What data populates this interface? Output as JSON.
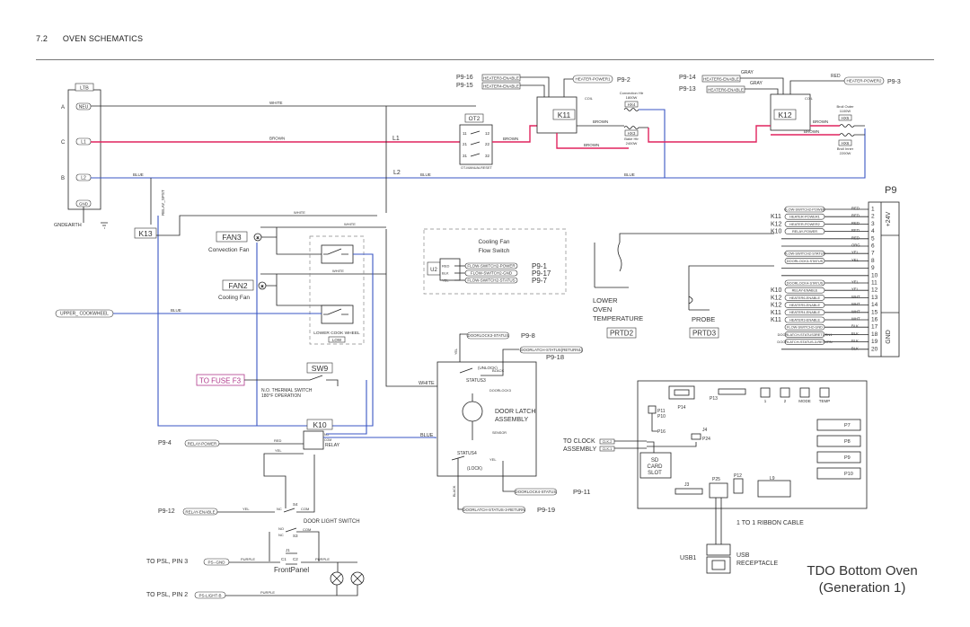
{
  "header": {
    "section": "7.2",
    "title": "OVEN SCHEMATICS"
  },
  "page_title": {
    "line1": "TDO Bottom Oven",
    "line2": "(Generation 1)"
  },
  "colors": {
    "red_wire": "#e0245e",
    "blue_wire": "#3a56c4",
    "fuse_label": "#b03a8c"
  },
  "ltb": {
    "label": "LTB",
    "rows": [
      {
        "letter": "A",
        "terminal": "NEU",
        "wire": "WHITE"
      },
      {
        "letter": "C",
        "terminal": "L1",
        "wire": "BROWN"
      },
      {
        "letter": "B",
        "terminal": "L2",
        "wire": "BLUE"
      }
    ],
    "ground_tag": "GND",
    "ground_label": "GNDEARTH"
  },
  "lines": {
    "l1": "L1",
    "l2": "L2",
    "relay_tag": "RELAY_SPST"
  },
  "k13": "K13",
  "fan3": {
    "label": "FAN3",
    "name": "Convection Fan"
  },
  "fan2": {
    "label": "FAN2",
    "name": "Cooling Fan"
  },
  "upper_cookwheel": "UPPER_ COOKWHEEL",
  "lower_cookwheel": {
    "label": "LOWER COOK WHEEL",
    "tag": "LOW"
  },
  "ot2": {
    "label": "OT2",
    "note": "OT-MANUALRESET",
    "pins": [
      "11",
      "12",
      "21",
      "22",
      "31",
      "32"
    ]
  },
  "k11": {
    "label": "K11",
    "tags": [
      {
        "pin": "P9-16",
        "tag": "HEATER3-ENABLE"
      },
      {
        "pin": "P9-15",
        "tag": "HEATER4-ENABLE"
      }
    ],
    "power_tag": "HEATER-POWER1",
    "power_pin": "P9-2",
    "coil": "COIL"
  },
  "hx4": {
    "label": "HX4",
    "name": "Convection Htr",
    "watts": "1800W"
  },
  "hx3": {
    "label": "HX3",
    "name": "Bake Htr",
    "watts": "2400W"
  },
  "k12": {
    "label": "K12",
    "tags": [
      {
        "pin": "P9-14",
        "tag": "HEATER5-ENABLE"
      },
      {
        "pin": "P9-13",
        "tag": "HEATER6-ENABLE"
      }
    ],
    "power_tag": "HEATER-POWER2",
    "power_pin": "P9-3",
    "coil": "COIL"
  },
  "hx5": {
    "label": "HX5",
    "name": "Broil Outer",
    "watts": "1100W"
  },
  "hx6": {
    "label": "HX6",
    "name": "Broil Inner",
    "watts": "2200W"
  },
  "wire_words": {
    "white": "WHITE",
    "brown": "BROWN",
    "blue": "BLUE",
    "gray": "GRAY",
    "red": "RED",
    "yel": "YEL",
    "black": "BLACK",
    "purple": "PURPLE"
  },
  "cooling_fan_switch": {
    "title1": "Cooling Fan",
    "title2": "Flow Switch",
    "u2": "U2",
    "rows": [
      {
        "color": "RED",
        "tag": "FLOW-SWITCH2-POWER",
        "pin": "P9-1"
      },
      {
        "color": "BLK",
        "tag": "FLOW-SWITCH2-GND",
        "pin": "P9-17"
      },
      {
        "color": "YEL",
        "tag": "FLOW-SWITCH2-STATUS",
        "pin": "P9-7"
      }
    ]
  },
  "lower_oven_temp": {
    "l1": "LOWER",
    "l2": "OVEN",
    "l3": "TEMPERATURE",
    "tag": "PRTD2"
  },
  "probe": {
    "label": "PROBE",
    "tag": "PRTD3"
  },
  "p9": {
    "label": "P9",
    "side": "+24V",
    "gnd": "GND",
    "rows": [
      {
        "n": "1",
        "k": "",
        "tag": "FLOW-SWITCH2-POWER",
        "color": "RED"
      },
      {
        "n": "2",
        "k": "K11",
        "tag": "HEATER-POWER1",
        "color": "RED"
      },
      {
        "n": "3",
        "k": "K12",
        "tag": "HEATER-POWER2",
        "color": "RED"
      },
      {
        "n": "4",
        "k": "K10",
        "tag": "RELAY-POWER",
        "color": "RED"
      },
      {
        "n": "5",
        "k": "",
        "tag": "",
        "color": "RED"
      },
      {
        "n": "6",
        "k": "",
        "tag": "",
        "color": "ORG"
      },
      {
        "n": "7",
        "k": "",
        "tag": "FLOW-SWITCH2-STATUS",
        "color": "YEL"
      },
      {
        "n": "8",
        "k": "",
        "tag": "DOORLOCK3-STATUS",
        "color": "YEL"
      },
      {
        "n": "9",
        "k": "",
        "tag": "",
        "color": ""
      },
      {
        "n": "10",
        "k": "",
        "tag": "",
        "color": ""
      },
      {
        "n": "11",
        "k": "",
        "tag": "DOORLOCK4-STATUS",
        "color": "YEL"
      },
      {
        "n": "12",
        "k": "K10",
        "tag": "RELAY-ENABLE",
        "color": "YEL"
      },
      {
        "n": "13",
        "k": "K12",
        "tag": "HEATER6-ENABLE",
        "color": "WHT"
      },
      {
        "n": "14",
        "k": "K12",
        "tag": "HEATER5-ENABLE",
        "color": "WHT"
      },
      {
        "n": "15",
        "k": "K11",
        "tag": "HEATER4-ENABLE",
        "color": "WHT"
      },
      {
        "n": "16",
        "k": "K11",
        "tag": "HEATER3-ENABLE",
        "color": "WHT"
      },
      {
        "n": "17",
        "k": "",
        "tag": "FLOW-SWITCH2-GND",
        "color": "BLK"
      },
      {
        "n": "18",
        "k": "",
        "tag": "DOORLATCH-STATUS3RETURN1",
        "color": "BLK"
      },
      {
        "n": "19",
        "k": "",
        "tag": "DOORLATCH-STATUS-3-RETURN",
        "color": "BLK"
      },
      {
        "n": "20",
        "k": "",
        "tag": "",
        "color": "BLK"
      }
    ]
  },
  "sw9": {
    "label": "SW9",
    "fuse": "TO FUSE F3",
    "note1": "N.O. THERMAL SWITCH",
    "note2": "180°F OPERATION"
  },
  "door_latch": {
    "label1": "DOOR LATCH",
    "label2": "ASSEMBLY",
    "unlock": "(UNLOCK)",
    "status3": "STATUS3",
    "lock": "(LOCK)",
    "status4": "STATUS4",
    "doorlock3": "DOORLOCK3",
    "sensor": "SENSOR",
    "tags": [
      {
        "tag": "DOORLOCK3-STATUS",
        "pin": "P9-8"
      },
      {
        "tag": "DOORLATCH-STATUS(RETURN1)",
        "pin": "P9-18"
      },
      {
        "tag": "DOORLOCK4-STATUS",
        "pin": "P9-11"
      },
      {
        "tag": "DOORLATCH-STATUS-3-RETURN",
        "pin": "P9-19"
      }
    ]
  },
  "k10": {
    "label": "K10",
    "relay": "RELAY",
    "no": "NO",
    "com": "COM",
    "nc": "NC",
    "power_pin": "P9-4",
    "power_tag": "RELAY-POWER",
    "enable_pin": "P9-12",
    "enable_tag": "RELAY-ENABLE"
  },
  "door_light_switch": {
    "label": "DOOR LIGHT SWITCH",
    "s4": "S4",
    "s3": "S3",
    "com": "COM",
    "nc": "NC",
    "no": "NO"
  },
  "front_panel": {
    "label": "FrontPanel",
    "j": "J1",
    "c1": "C1",
    "c2": "C2",
    "psl3": "TO PSL, PIN 3",
    "psl3_tag": "PS--GND",
    "psl2": "TO PSL, PIN 2",
    "psl2_tag": "PS-LIGHT-B"
  },
  "board": {
    "p14": "P14",
    "p13": "P13",
    "p11": "P11",
    "p10": "P10",
    "p16": "P16",
    "j4": "J4",
    "p24": "P24",
    "sd1": "SD",
    "sd2": "CARD",
    "sd3": "SLOT",
    "j3": "J3",
    "p25": "P25",
    "p12": "P12",
    "l9": "L9",
    "right": [
      "P7",
      "P8",
      "P9",
      "P10"
    ],
    "btns": [
      "1",
      "2",
      "MODE",
      "TEMP"
    ],
    "clock1": "TO CLOCK",
    "clock2": "ASSEMBLY",
    "clock_tags": [
      "CLK-2",
      "CLK-1"
    ]
  },
  "ribbon": "1 TO 1 RIBBON CABLE",
  "usb": {
    "label": "USB1",
    "r1": "USB",
    "r2": "RECEPTACLE"
  }
}
